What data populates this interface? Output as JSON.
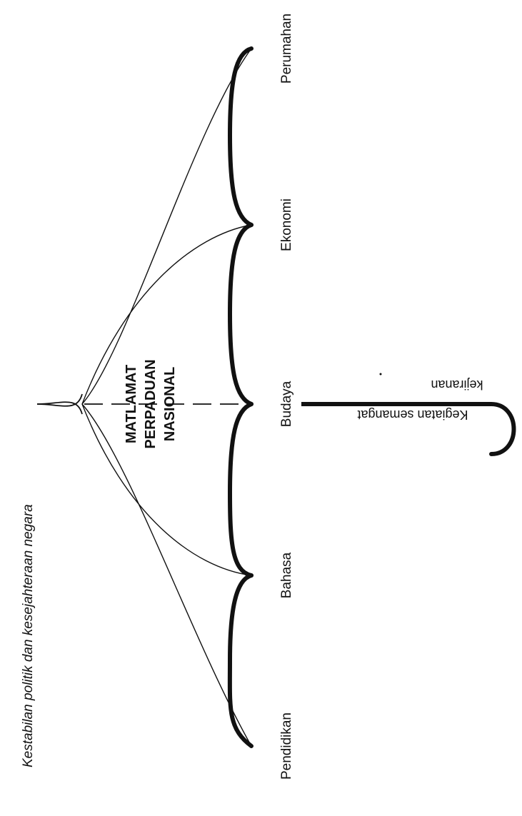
{
  "top_caption": "Kestabilan politik dan kesejahteraan negara",
  "center_title": [
    "MATLAMAT",
    "PERPADUAN",
    "NASIONAL"
  ],
  "pillars": [
    "Pendidikan",
    "Bahasa",
    "Budaya",
    "Ekonomi",
    "Perumahan"
  ],
  "handle_caption": [
    "Kegiatan semangat",
    "kejiranan"
  ],
  "colors": {
    "ink": "#111111",
    "background": "#ffffff"
  }
}
